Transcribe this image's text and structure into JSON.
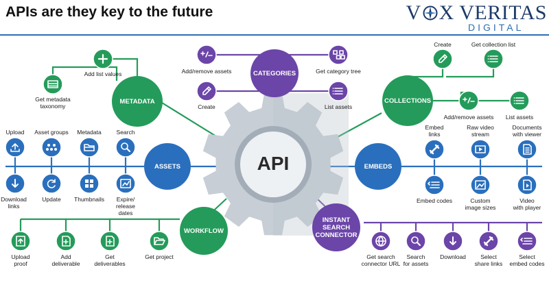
{
  "header": {
    "title": "APIs are they key to the future",
    "logo_main_left": "V",
    "logo_main_right": "X VERITAS",
    "logo_sub": "DIGITAL"
  },
  "center": {
    "label": "API"
  },
  "hubs": {
    "metadata": "METADATA",
    "categories": "CATEGORIES",
    "collections": "COLLECTIONS",
    "assets": "ASSETS",
    "embeds": "EMBEDS",
    "workflow": "WORKFLOW",
    "instant_search": "INSTANT\nSEARCH\nCONNECTOR"
  },
  "leaves": {
    "add_list_values": "Add list values",
    "get_metadata_taxonomy": "Get metadata\ntaxonomy",
    "add_remove_assets_cat": "Add/remove assets",
    "get_category_tree": "Get category tree",
    "create_cat": "Create",
    "list_assets_cat": "List assets",
    "create_col": "Create",
    "get_collection_list": "Get collection list",
    "add_remove_assets_col": "Add/remove assets",
    "list_assets_col": "List assets",
    "upload": "Upload",
    "asset_groups": "Asset groups",
    "metadata_asset": "Metadata",
    "search": "Search",
    "download_links": "Download\nlinks",
    "update": "Update",
    "thumbnails": "Thumbnails",
    "expire_release_dates": "Expire/\nrelease\ndates",
    "embed_links": "Embed\nlinks",
    "raw_video_stream": "Raw video\nstream",
    "documents_with_viewer": "Documents\nwith viewer",
    "embed_codes": "Embed codes",
    "custom_image_sizes": "Custom\nimage sizes",
    "video_with_player": "Video\nwith player",
    "upload_proof": "Upload\nproof",
    "add_deliverable": "Add\ndeliverable",
    "get_deliverables": "Get\ndeliverables",
    "get_project": "Get project",
    "get_search_connector_url": "Get search\nconnector URL",
    "search_for_assets": "Search\nfor assets",
    "download": "Download",
    "select_share_links": "Select\nshare links",
    "select_embed_codes": "Select\nembed codes"
  },
  "colors": {
    "green": "#249b5a",
    "purple": "#6b45a8",
    "blue": "#2a6fbd",
    "gear": "#c7ced6",
    "gear_inner": "#a3adb8",
    "line_green": "#249b5a",
    "line_purple": "#6b45a8",
    "line_blue": "#2a6fbd"
  },
  "icons": {
    "add": "plus-icon",
    "list": "list-icon",
    "table": "table-icon",
    "add_remove": "plus-minus-icon",
    "tree": "tree-icon",
    "pencil": "pencil-icon",
    "upload": "upload-icon",
    "groups": "groups-icon",
    "folder": "folder-icon",
    "search": "search-icon",
    "download": "download-icon",
    "refresh": "refresh-icon",
    "thumbnails": "thumbnails-icon",
    "calendar": "calendar-icon",
    "link": "link-icon",
    "play": "play-icon",
    "document": "document-icon",
    "embed_lines": "embed-lines-icon",
    "image": "image-icon",
    "video": "video-icon",
    "proof": "proof-icon",
    "add_file": "add-file-icon",
    "get_file": "get-file-icon",
    "open_folder": "open-folder-icon",
    "globe": "globe-icon"
  }
}
